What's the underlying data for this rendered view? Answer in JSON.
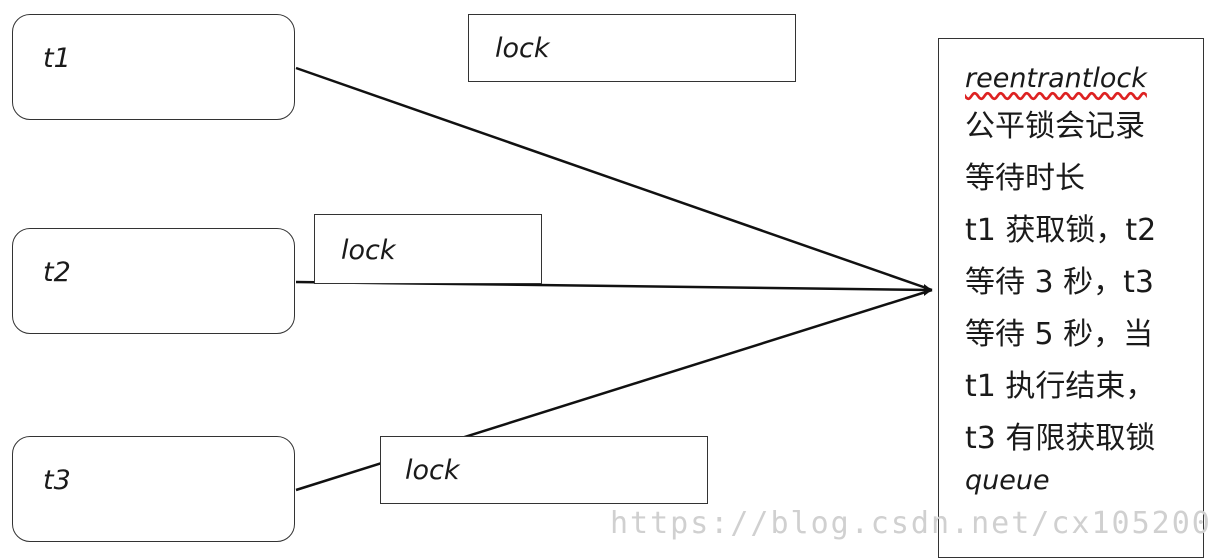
{
  "threads": [
    {
      "label": "t1"
    },
    {
      "label": "t2"
    },
    {
      "label": "t3"
    }
  ],
  "locks": [
    {
      "label": "lock"
    },
    {
      "label": "lock"
    },
    {
      "label": "lock"
    }
  ],
  "note": {
    "title": "reentrantlock",
    "lines": [
      "公平锁会记录",
      "等待时长",
      "t1 获取锁，t2",
      "等待 3 秒，t3",
      "等待 5 秒，当",
      "t1 执行结束，",
      "t3 有限获取锁"
    ],
    "footer": "queue"
  },
  "watermark": "https://blog.csdn.net/cx105200"
}
